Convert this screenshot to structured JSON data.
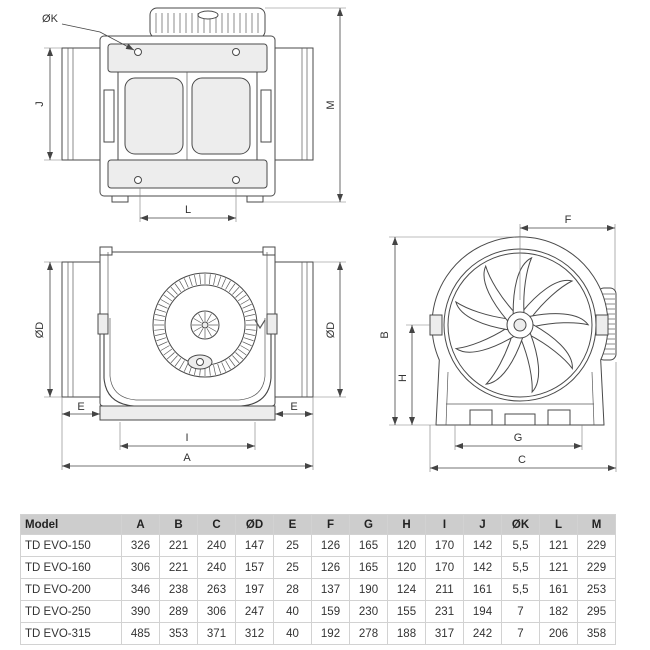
{
  "drawing": {
    "top_view": {
      "k": "ØK",
      "j": "J",
      "m": "M",
      "l": "L"
    },
    "front_view": {
      "d_left": "ØD",
      "d_right": "ØD",
      "e_left": "E",
      "e_right": "E",
      "i": "I",
      "a": "A"
    },
    "side_view": {
      "f": "F",
      "b": "B",
      "h": "H",
      "g": "G",
      "c": "C"
    }
  },
  "table": {
    "headers": [
      "Model",
      "A",
      "B",
      "C",
      "ØD",
      "E",
      "F",
      "G",
      "H",
      "I",
      "J",
      "ØK",
      "L",
      "M"
    ],
    "rows": [
      [
        "TD EVO-150",
        "326",
        "221",
        "240",
        "147",
        "25",
        "126",
        "165",
        "120",
        "170",
        "142",
        "5,5",
        "121",
        "229"
      ],
      [
        "TD EVO-160",
        "306",
        "221",
        "240",
        "157",
        "25",
        "126",
        "165",
        "120",
        "170",
        "142",
        "5,5",
        "121",
        "229"
      ],
      [
        "TD EVO-200",
        "346",
        "238",
        "263",
        "197",
        "28",
        "137",
        "190",
        "124",
        "211",
        "161",
        "5,5",
        "161",
        "253"
      ],
      [
        "TD EVO-250",
        "390",
        "289",
        "306",
        "247",
        "40",
        "159",
        "230",
        "155",
        "231",
        "194",
        "7",
        "182",
        "295"
      ],
      [
        "TD EVO-315",
        "485",
        "353",
        "371",
        "312",
        "40",
        "192",
        "278",
        "188",
        "317",
        "242",
        "7",
        "206",
        "358"
      ]
    ]
  },
  "colors": {
    "line": "#4a4a4a",
    "header_bg": "#cdcdcd",
    "border": "#d2d2d2"
  }
}
